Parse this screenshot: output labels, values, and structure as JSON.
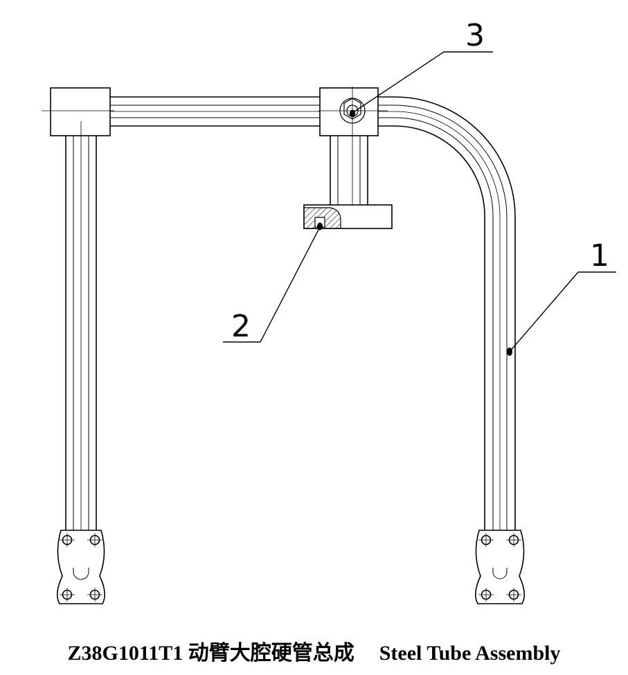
{
  "callouts": {
    "c1": "1",
    "c2": "2",
    "c3": "3"
  },
  "caption": {
    "code": "Z38G1011T1",
    "chinese": "动臂大腔硬管总成",
    "english": "Steel Tube Assembly"
  },
  "colors": {
    "line": "#000000",
    "background": "#ffffff"
  }
}
